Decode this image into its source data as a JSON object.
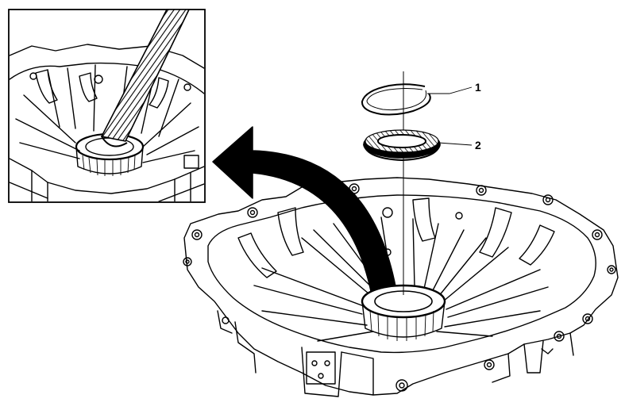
{
  "callouts": [
    {
      "number": "1",
      "part": "snap-ring"
    },
    {
      "number": "2",
      "part": "seal"
    }
  ],
  "colors": {
    "line": "#000000",
    "background": "#ffffff"
  }
}
